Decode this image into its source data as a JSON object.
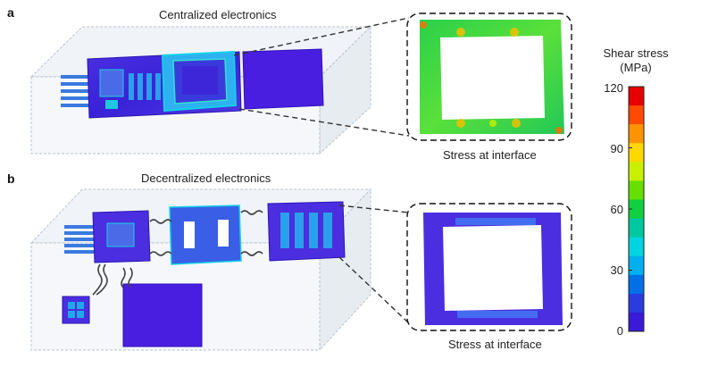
{
  "panel_a": {
    "letter": "a",
    "title": "Centralized electronics",
    "caption": "Stress at interface"
  },
  "panel_b": {
    "letter": "b",
    "title": "Decentralized electronics",
    "caption": "Stress at interface"
  },
  "colorbar": {
    "title_line1": "Shear stress",
    "title_line2": "(MPa)",
    "ticks": [
      "120",
      "90",
      "60",
      "30",
      "0"
    ],
    "stops": [
      "#e60000",
      "#ff4a00",
      "#ff9400",
      "#ffd800",
      "#c8f000",
      "#66e000",
      "#10d040",
      "#00c8a0",
      "#00d4e0",
      "#00b0f0",
      "#0070e8",
      "#2a3ce0",
      "#3a1ad8"
    ]
  },
  "colors": {
    "low_stress": "#3d1fd6",
    "mid_stress": "#2fc84a",
    "cyan": "#12d0e8",
    "box_edge": "#b9c3cc",
    "box_fill": "#eef2f6"
  }
}
